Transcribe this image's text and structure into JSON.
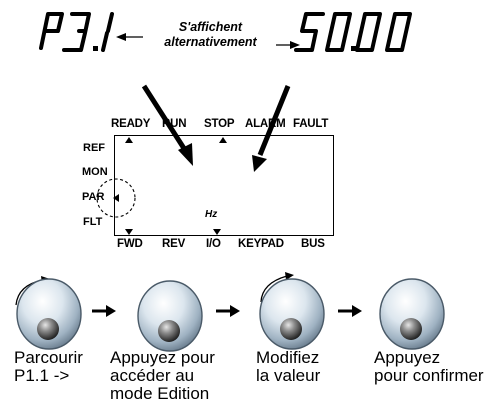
{
  "display": {
    "parameter_code": "P3.1",
    "value": "50.00",
    "alternation_note": {
      "line1": "S'affichent",
      "line2": "alternativement"
    }
  },
  "panel": {
    "status_labels": [
      "READY",
      "RUN",
      "STOP",
      "ALARM",
      "FAULT"
    ],
    "side_labels": [
      "REF",
      "MON",
      "PAR",
      "FLT"
    ],
    "bottom_labels": [
      "FWD",
      "REV",
      "I/O",
      "KEYPAD",
      "BUS"
    ],
    "unit": "Hz"
  },
  "steps": [
    {
      "line1": "Parcourir",
      "line2": "P1.1 ->",
      "line3": ""
    },
    {
      "line1": "Appuyez pour",
      "line2": "accéder au",
      "line3": "mode Edition"
    },
    {
      "line1": "Modifiez",
      "line2": "la valeur",
      "line3": ""
    },
    {
      "line1": "Appuyez",
      "line2": "pour confirmer",
      "line3": ""
    }
  ]
}
